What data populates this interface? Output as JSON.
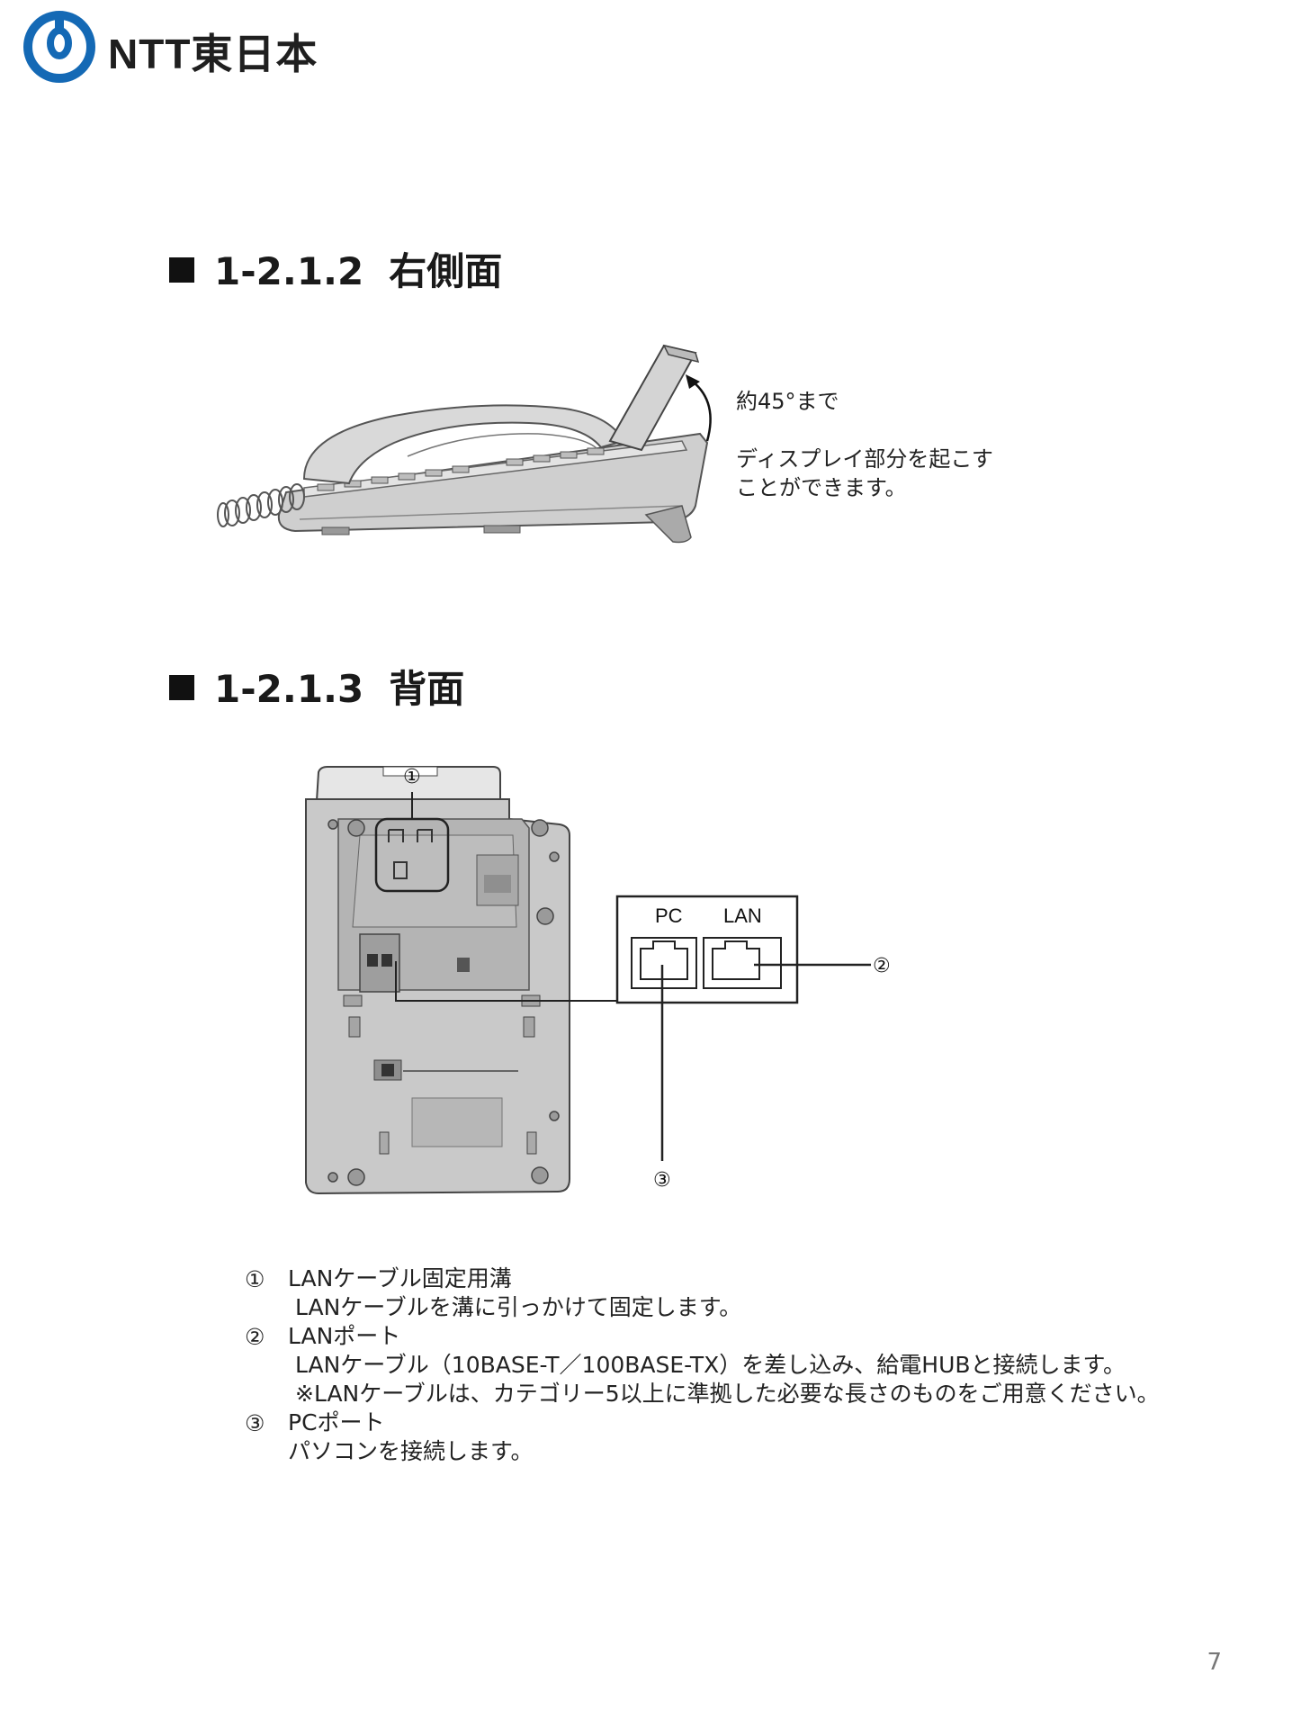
{
  "brand": {
    "name": "NTT東日本"
  },
  "sections": [
    {
      "number": "1-2.1.2",
      "title": "右側面"
    },
    {
      "number": "1-2.1.3",
      "title": "背面"
    }
  ],
  "side_view": {
    "angle_note": "約45°まで",
    "note_line1": "ディスプレイ部分を起こす",
    "note_line2": "ことができます。"
  },
  "back_view": {
    "callouts": [
      "①",
      "②",
      "③"
    ],
    "port_labels": [
      "PC",
      "LAN"
    ]
  },
  "descriptions": [
    {
      "mark": "①",
      "title": "LANケーブル固定用溝",
      "lines": [
        "LANケーブルを溝に引っかけて固定します。"
      ]
    },
    {
      "mark": "②",
      "title": "LANポート",
      "lines": [
        "LANケーブル（10BASE-T／100BASE-TX）を差し込み、給電HUBと接続します。",
        "※LANケーブルは、カテゴリー5以上に準拠した必要な長さのものをご用意ください。"
      ]
    },
    {
      "mark": "③",
      "title": "PCポート",
      "lines": [
        "パソコンを接続します。"
      ]
    }
  ],
  "page_number": "7",
  "colors": {
    "brand_blue": "#1469b5",
    "phone_gray": "#c9c9c9",
    "phone_outline": "#555555"
  }
}
